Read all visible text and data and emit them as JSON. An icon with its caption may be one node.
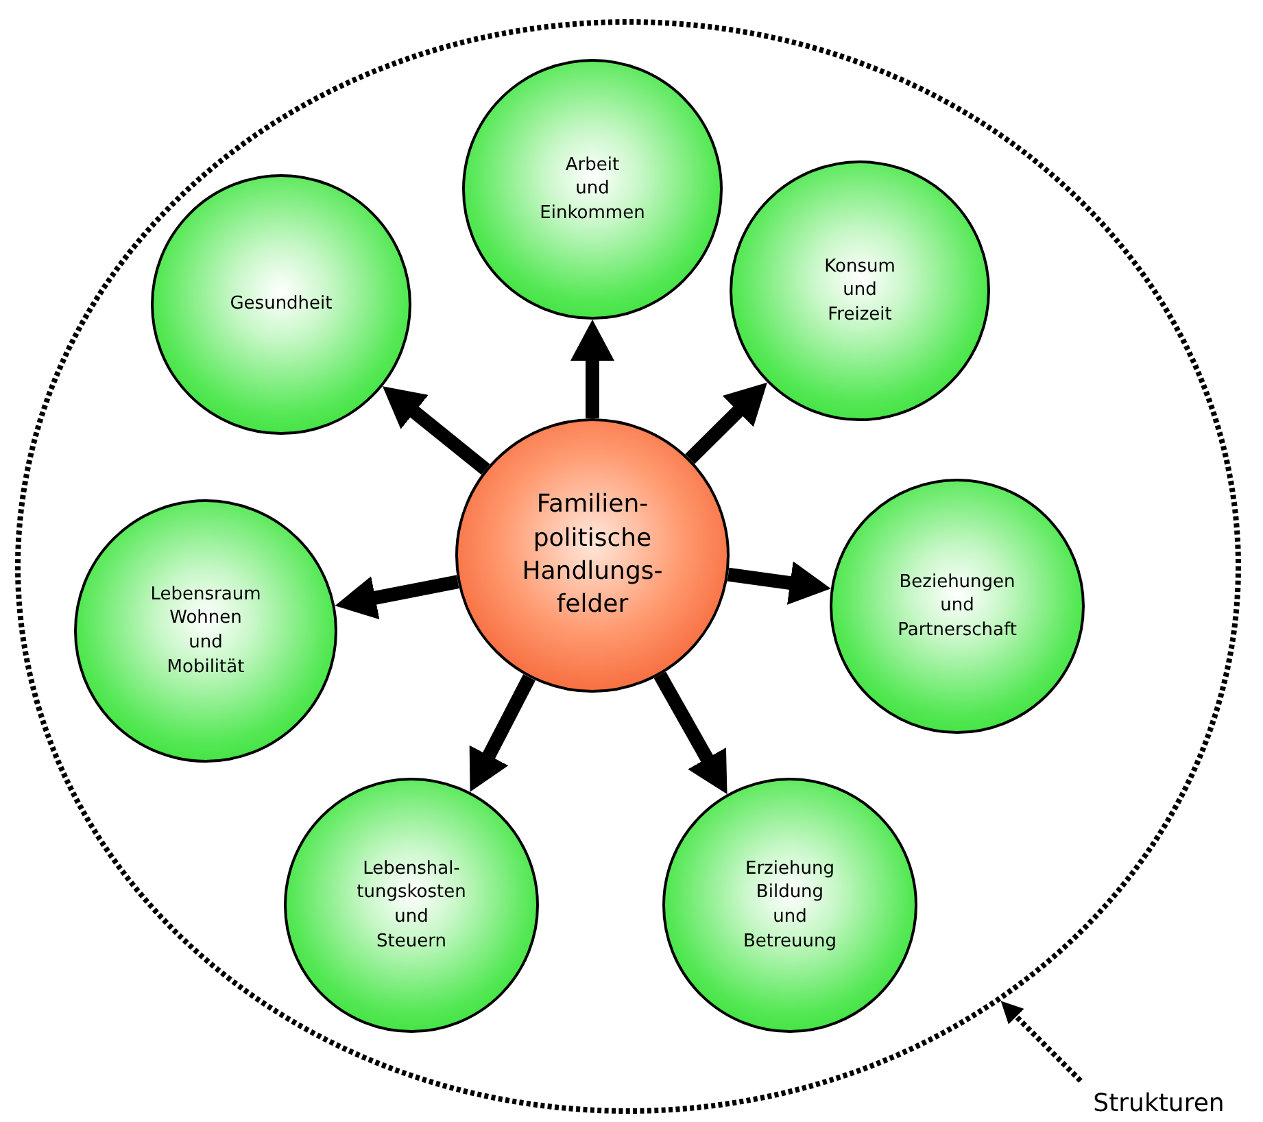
{
  "diagram": {
    "nodes": [
      {
        "text": [],
        "shape": "circle"
      },
      {
        "text": [
          "Familien- politische Handlungs- felder"
        ],
        "in": 0
      },
      {
        "text": [
          "Arbeit und Einkommen"
        ],
        "in": 0
      },
      {
        "text": [
          "Konsum und Freizeit"
        ],
        "in": 0
      },
      {
        "text": [
          "Beziehungen und Partnerschaft"
        ],
        "in": 0
      },
      {
        "text": [
          "Erziehung Bildung und Betreuung"
        ],
        "in": 0
      },
      {
        "text": [
          "Lebenshal- tungskosten und Steuern"
        ],
        "in": 0
      },
      {
        "text": [
          "Lebensraum Wohnen und Mobilität"
        ],
        "in": 0
      },
      {
        "text": [
          "Gesundheit"
        ],
        "in": 0
      },
      {
        "text": [
          "Strukturen"
        ]
      }
    ],
    "edges": [
      {
        "from": 1,
        "to": 2,
        "arrow": "to"
      },
      {
        "from": 1,
        "to": 3,
        "arrow": "to"
      },
      {
        "from": 1,
        "to": 4,
        "arrow": "to"
      },
      {
        "from": 1,
        "to": 5,
        "arrow": "to"
      },
      {
        "from": 1,
        "to": 6,
        "arrow": "to"
      },
      {
        "from": 1,
        "to": 7,
        "arrow": "to"
      },
      {
        "from": 1,
        "to": 8,
        "arrow": "to"
      },
      {
        "from": 9,
        "to": 0,
        "arrow": "to",
        "style": "dashed"
      }
    ]
  }
}
